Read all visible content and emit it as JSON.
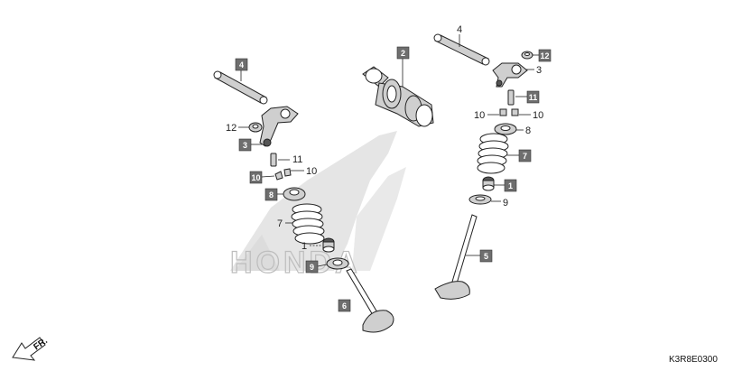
{
  "diagram": {
    "code": "K3R8E0300",
    "direction_label": "FR.",
    "watermark_text": "HONDA",
    "callouts": {
      "left_pin": "4",
      "left_nut": "12",
      "left_rocker_arm": "3",
      "left_adjuster": "11",
      "left_cotter": "10",
      "left_retainer": "8",
      "left_spring": "7",
      "left_seal": "1",
      "left_seat": "9",
      "left_valve": "6",
      "camshaft": "2",
      "right_pin": "4",
      "right_nut": "12",
      "right_rocker_arm": "3",
      "right_adjuster": "11",
      "right_cotter_a": "10",
      "right_cotter_b": "10",
      "right_retainer": "8",
      "right_spring": "7",
      "right_seal": "1",
      "right_seat": "9",
      "right_valve": "5"
    }
  }
}
